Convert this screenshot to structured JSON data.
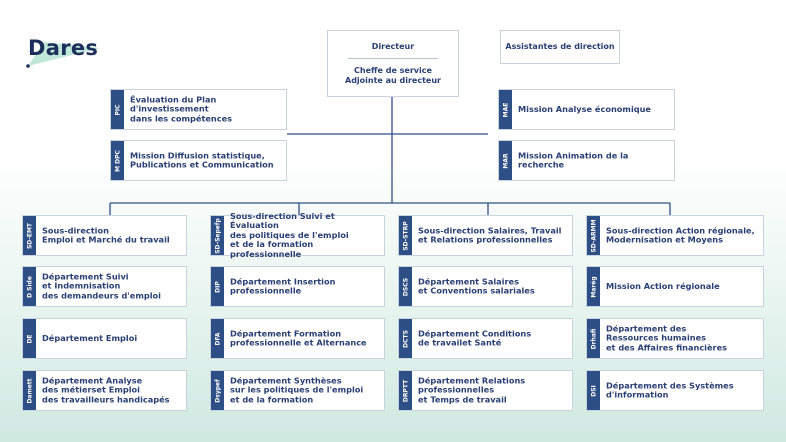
{
  "logo": {
    "text": "Dares"
  },
  "director": {
    "title": "Directeur",
    "deputy": "Cheffe de service\nAdjointe au directeur"
  },
  "assistants": {
    "label": "Assistantes de direction"
  },
  "missions_left": [
    {
      "tag": "PIC",
      "label": "Évaluation du Plan d'investissement\ndans les compétences"
    },
    {
      "tag": "M DPC",
      "label": "Mission Diffusion statistique,\nPublications et Communication"
    }
  ],
  "missions_right": [
    {
      "tag": "MAE",
      "label": "Mission Analyse économique"
    },
    {
      "tag": "MAR",
      "label": "Mission Animation de la recherche"
    }
  ],
  "columns": [
    {
      "header": {
        "tag": "SD-EMT",
        "label": "Sous-direction\nEmploi et Marché du travail"
      },
      "items": [
        {
          "tag": "D Side",
          "label": "Département Suivi\net Indemnisation\ndes demandeurs d'emploi"
        },
        {
          "tag": "DE",
          "label": "Département Emploi"
        },
        {
          "tag": "Damett",
          "label": "Département Analyse\ndes métierset Emploi\ndes travailleurs handicapés"
        }
      ]
    },
    {
      "header": {
        "tag": "SD-Sepefp",
        "label": "Sous-direction Suivi et Évaluation\ndes politiques de l'emploi\net de la formation professionnelle"
      },
      "items": [
        {
          "tag": "DIP",
          "label": "Département Insertion\nprofessionnelle"
        },
        {
          "tag": "DFA",
          "label": "Département Formation\nprofessionnelle et Alternance"
        },
        {
          "tag": "Dsypef",
          "label": "Département Synthèses\nsur les politiques de l'emploi\net de la formation"
        }
      ]
    },
    {
      "header": {
        "tag": "SD-STRP",
        "label": "Sous-direction Salaires, Travail\net Relations professionnelles"
      },
      "items": [
        {
          "tag": "DSCS",
          "label": "Département Salaires\net Conventions salariales"
        },
        {
          "tag": "DCTS",
          "label": "Département Conditions\nde travailet Santé"
        },
        {
          "tag": "DRPTT",
          "label": "Département Relations\nprofessionnelles\net Temps de travail"
        }
      ]
    },
    {
      "header": {
        "tag": "SD-ARMM",
        "label": "Sous-direction Action régionale,\nModernisation et Moyens"
      },
      "items": [
        {
          "tag": "Marég",
          "label": "Mission Action régionale"
        },
        {
          "tag": "Drhafi",
          "label": "Département des\nRessources humaines\net des Affaires financières"
        },
        {
          "tag": "DSI",
          "label": "Département des Systèmes\nd'information"
        }
      ]
    }
  ]
}
